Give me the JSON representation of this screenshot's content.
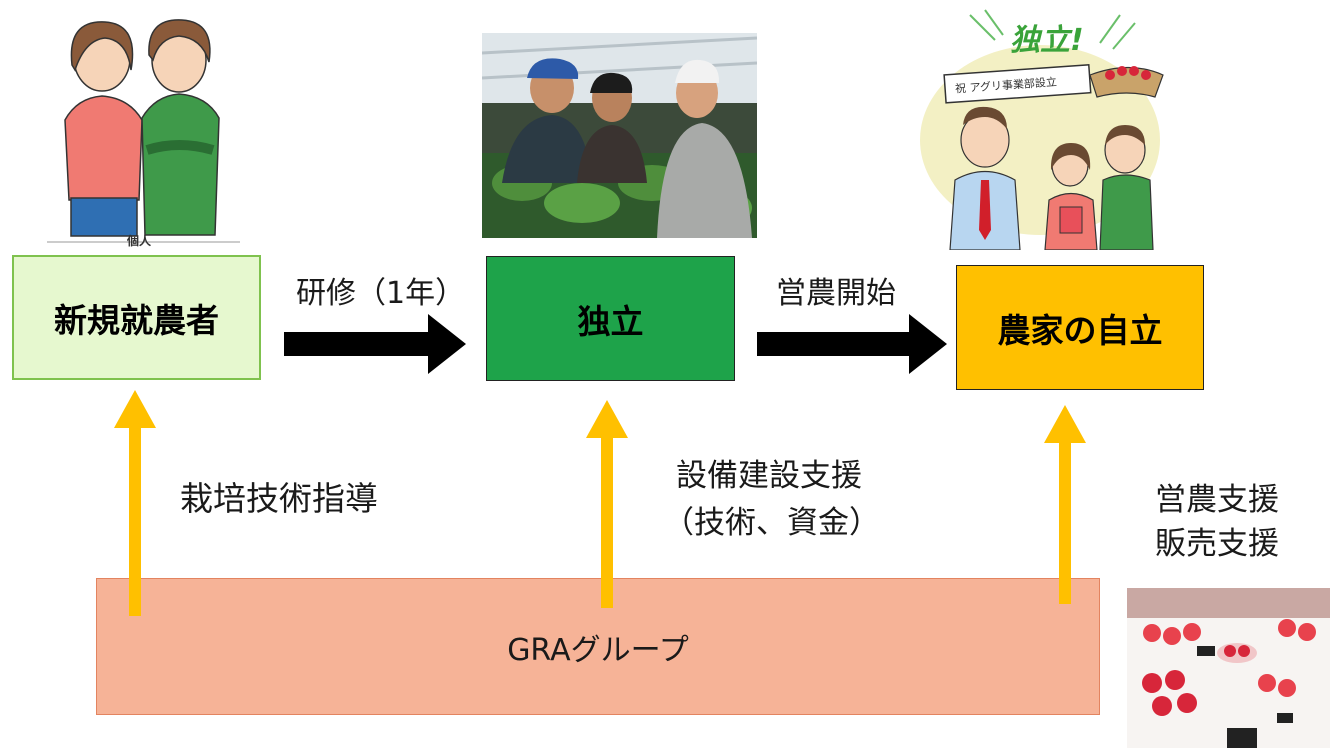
{
  "illustrations": {
    "person_caption": "個人",
    "banner_exclaim": "独立!",
    "banner_sign": "祝 アグリ事業部設立"
  },
  "nodes": {
    "newcomer": "新規就農者",
    "independence": "独立",
    "farmer_independence": "農家の自立"
  },
  "flow_labels": {
    "training": "研修（1年）",
    "start_farming": "営農開始"
  },
  "support_labels": {
    "cultivation": "栽培技術指導",
    "facility_line1": "設備建設支援",
    "facility_line2": "（技術、資金）",
    "business_line1": "営農支援",
    "business_line2": "販売支援"
  },
  "group": {
    "label": "GRAグループ"
  },
  "colors": {
    "newcomer_fill": "#e6f8cf",
    "newcomer_border": "#7fc24e",
    "independence_fill": "#1ea34a",
    "farmer_fill": "#ffc000",
    "group_fill": "#f6b397",
    "group_border": "#e38460",
    "support_arrow": "#ffc000",
    "flow_arrow": "#000000"
  }
}
